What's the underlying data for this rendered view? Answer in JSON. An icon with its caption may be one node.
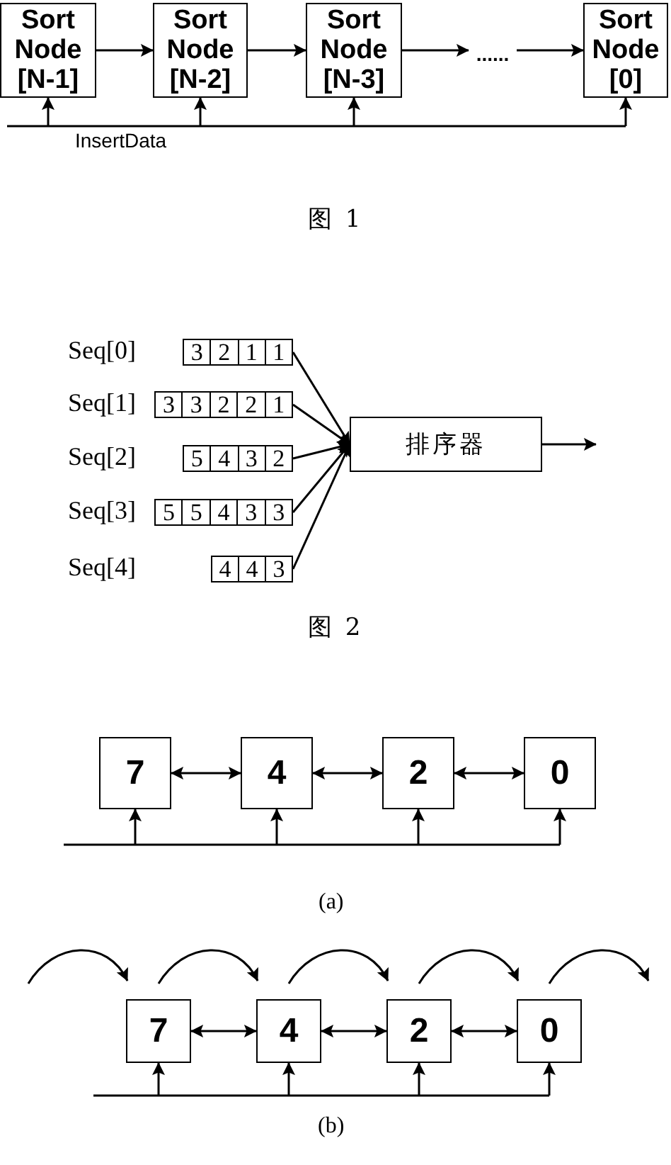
{
  "diagram": {
    "nodes": [
      {
        "text": [
          "Sort Node [N-1]"
        ]
      },
      {
        "text": [
          "Sort Node [N-2]"
        ]
      },
      {
        "text": [
          "Sort Node [N-3]"
        ]
      },
      {
        "text": [
          "......"
        ]
      },
      {
        "text": [
          "Sort Node [0]"
        ]
      },
      {
        "text": [
          "3",
          "2",
          "1",
          "1"
        ]
      },
      {
        "text": [
          "3",
          "3",
          "2",
          "2",
          "1"
        ]
      },
      {
        "text": [
          "5",
          "4",
          "3",
          "2"
        ]
      },
      {
        "text": [
          "5",
          "5",
          "4",
          "3",
          "3"
        ]
      },
      {
        "text": [
          "4",
          "4",
          "3"
        ]
      },
      {
        "text": [
          "排序器"
        ]
      },
      {
        "text": [
          "7"
        ]
      },
      {
        "text": [
          "4"
        ]
      },
      {
        "text": [
          "2"
        ]
      },
      {
        "text": [
          "0"
        ]
      },
      {
        "text": [
          "7"
        ]
      },
      {
        "text": [
          "4"
        ]
      },
      {
        "text": [
          "2"
        ]
      },
      {
        "text": [
          "0"
        ]
      }
    ],
    "edges": [
      {
        "from": 0,
        "to": 1,
        "arrow": "to"
      },
      {
        "from": 1,
        "to": 2,
        "arrow": "to"
      },
      {
        "from": 2,
        "to": 3,
        "arrow": "to"
      },
      {
        "from": 3,
        "to": 4,
        "arrow": "to"
      },
      {
        "from": null,
        "to": 0,
        "arrow": "to"
      },
      {
        "from": null,
        "to": 1,
        "arrow": "to"
      },
      {
        "from": null,
        "to": 2,
        "arrow": "to"
      },
      {
        "from": null,
        "to": 4,
        "arrow": "to"
      },
      {
        "from": 5,
        "to": 10,
        "arrow": "to"
      },
      {
        "from": 6,
        "to": 10,
        "arrow": "to"
      },
      {
        "from": 7,
        "to": 10,
        "arrow": "to"
      },
      {
        "from": 8,
        "to": 10,
        "arrow": "to"
      },
      {
        "from": 9,
        "to": 10,
        "arrow": "to"
      },
      {
        "from": 10,
        "to": null,
        "arrow": "to"
      },
      {
        "from": 11,
        "to": 12,
        "arrow": "both"
      },
      {
        "from": 12,
        "to": 13,
        "arrow": "both"
      },
      {
        "from": 13,
        "to": 14,
        "arrow": "both"
      },
      {
        "from": null,
        "to": 11,
        "arrow": "to"
      },
      {
        "from": null,
        "to": 12,
        "arrow": "to"
      },
      {
        "from": null,
        "to": 13,
        "arrow": "to"
      },
      {
        "from": null,
        "to": 14,
        "arrow": "to"
      },
      {
        "from": 15,
        "to": 16,
        "arrow": "both"
      },
      {
        "from": 16,
        "to": 17,
        "arrow": "both"
      },
      {
        "from": 17,
        "to": 18,
        "arrow": "both"
      },
      {
        "from": null,
        "to": 15,
        "arrow": "to"
      },
      {
        "from": null,
        "to": 16,
        "arrow": "to"
      },
      {
        "from": null,
        "to": 17,
        "arrow": "to"
      },
      {
        "from": null,
        "to": 18,
        "arrow": "to"
      }
    ],
    "labels": [
      "InsertData",
      "图 1",
      "Seq[0]",
      "Seq[1]",
      "Seq[2]",
      "Seq[3]",
      "Seq[4]",
      "图 2",
      "(a)",
      "(b)"
    ]
  }
}
